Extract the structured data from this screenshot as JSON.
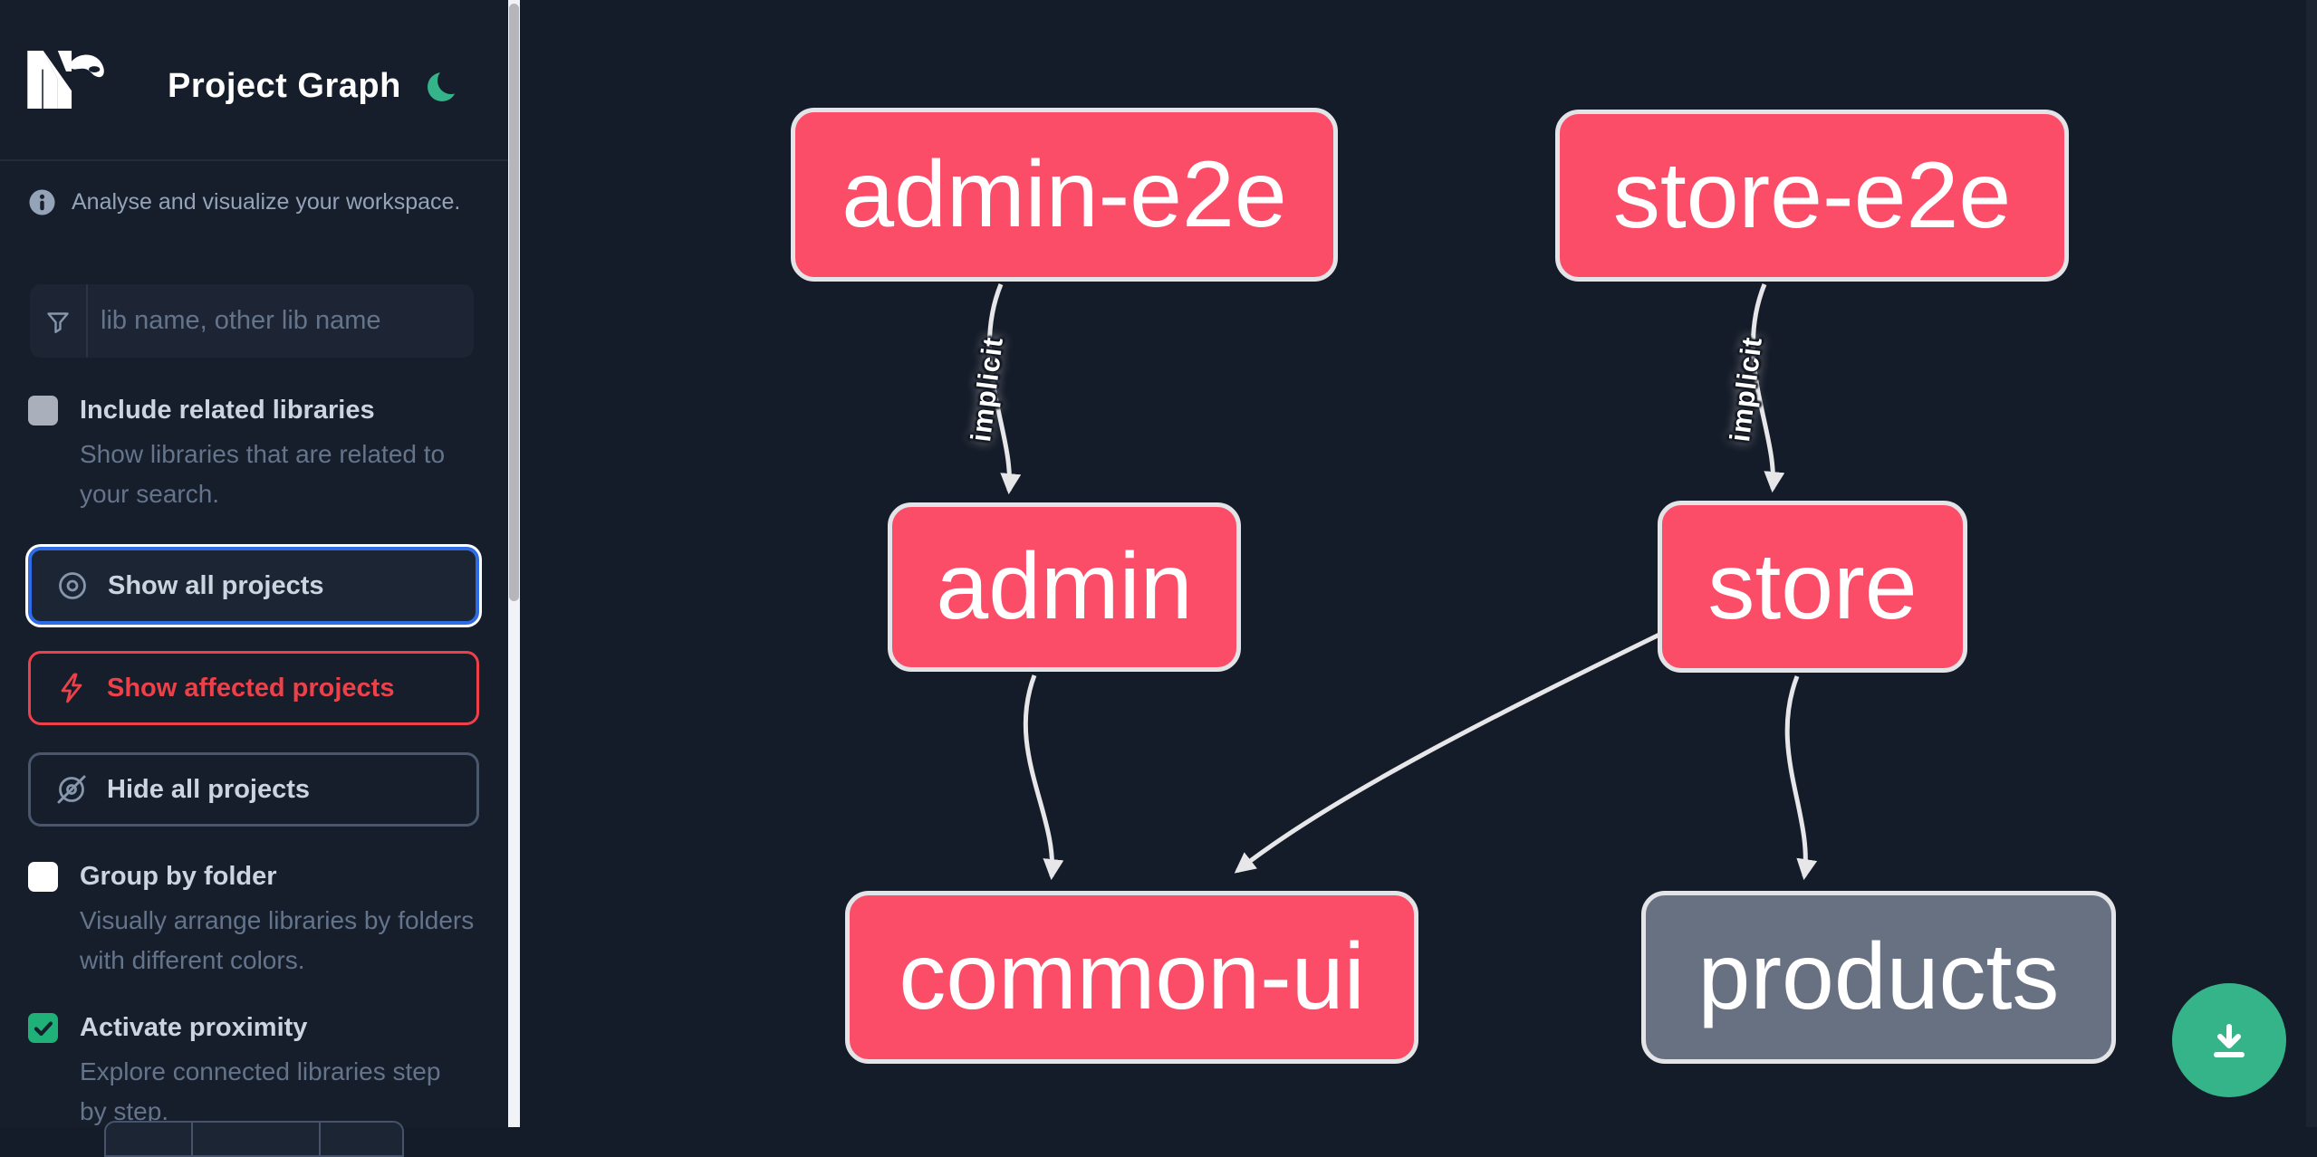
{
  "header": {
    "title": "Project Graph"
  },
  "sidebar": {
    "tagline": "Analyse and visualize your workspace.",
    "search": {
      "placeholder": "lib name, other lib name",
      "value": ""
    },
    "include_related": {
      "label": "Include related libraries",
      "description": "Show libraries that are related to your search.",
      "checked": false
    },
    "actions": [
      {
        "label": "Show all projects",
        "icon": "eye-icon",
        "state": "focused"
      },
      {
        "label": "Show affected projects",
        "icon": "bolt-icon",
        "state": "danger"
      },
      {
        "label": "Hide all projects",
        "icon": "eye-off-icon",
        "state": "default"
      }
    ],
    "group_by_folder": {
      "label": "Group by folder",
      "description": "Visually arrange libraries by folders with different colors.",
      "checked": false
    },
    "activate_proximity": {
      "label": "Activate proximity",
      "description": "Explore connected libraries step by step.",
      "checked": true
    }
  },
  "graph": {
    "nodes": [
      {
        "label": "admin-e2e",
        "status": "affected"
      },
      {
        "label": "store-e2e",
        "status": "affected"
      },
      {
        "label": "admin",
        "status": "affected"
      },
      {
        "label": "store",
        "status": "affected"
      },
      {
        "label": "common-ui",
        "status": "affected"
      },
      {
        "label": "products",
        "status": "not-affected"
      }
    ],
    "edges": [
      {
        "source": "admin-e2e",
        "target": "admin",
        "label": "implicit"
      },
      {
        "source": "store-e2e",
        "target": "store",
        "label": "implicit"
      },
      {
        "source": "admin",
        "target": "common-ui",
        "label": ""
      },
      {
        "source": "store",
        "target": "common-ui",
        "label": ""
      },
      {
        "source": "store",
        "target": "products",
        "label": ""
      }
    ]
  },
  "fab": {
    "icon": "download-icon"
  },
  "colors": {
    "background": "#151c29",
    "affected_node": "#fb4d68",
    "normal_node": "#687181",
    "node_border": "#e3e4e7",
    "edge": "#e7e7ea",
    "accent_green": "#35b389",
    "focus_blue": "#2e6be5",
    "danger_red": "#ee4048"
  }
}
